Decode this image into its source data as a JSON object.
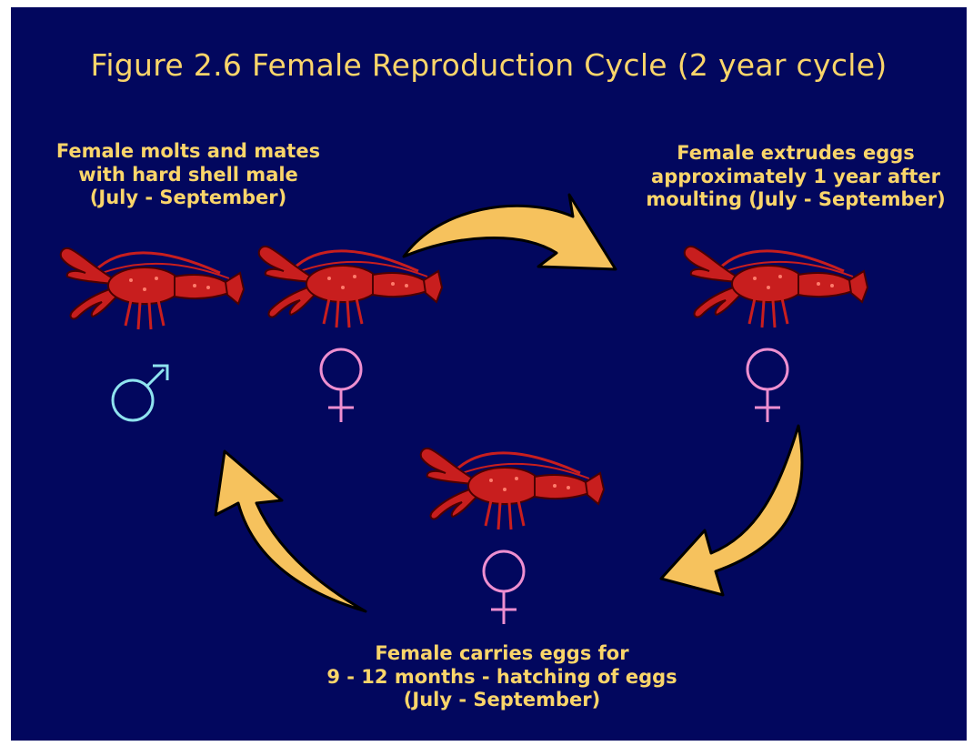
{
  "title": "Figure 2.6 Female Reproduction Cycle (2 year cycle)",
  "stages": {
    "mating": {
      "lines": [
        "Female molts and mates",
        "with hard shell male",
        "(July - September)"
      ],
      "animals": [
        "male",
        "female"
      ]
    },
    "extrusion": {
      "lines": [
        "Female extrudes eggs",
        "approximately 1 year after",
        "moulting (July - September)"
      ],
      "animals": [
        "female"
      ]
    },
    "brooding": {
      "lines": [
        "Female carries eggs for",
        "9 - 12 months - hatching of eggs",
        "(July - September)"
      ],
      "animals": [
        "female"
      ]
    }
  },
  "colors": {
    "background": "#02075e",
    "text": "#fad56a",
    "arrow": "#f6c25d",
    "lobster": "#c81e1e",
    "male_symbol": "#8fe3ef",
    "female_symbol": "#ee8fd0"
  },
  "icons": [
    "lobster-icon",
    "male-symbol-icon",
    "female-symbol-icon",
    "curved-arrow-icon"
  ]
}
